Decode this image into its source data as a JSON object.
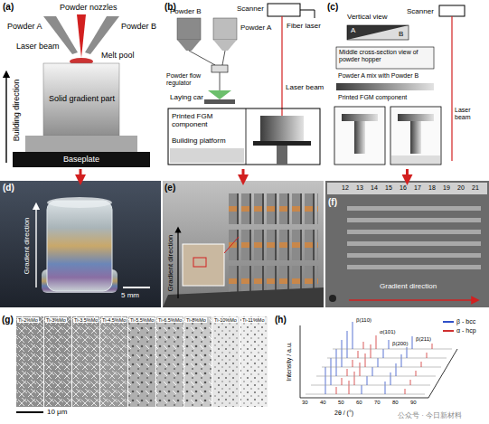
{
  "diagram": {
    "nodes": [
      {
        "text": [
          "(a)"
        ]
      },
      {
        "text": [
          "(b)"
        ]
      },
      {
        "text": [
          "(c)"
        ]
      },
      {
        "text": [
          "(d)"
        ]
      },
      {
        "text": [
          "(e)"
        ]
      },
      {
        "text": [
          "(f)"
        ]
      },
      {
        "text": [
          "(g)"
        ]
      },
      {
        "text": [
          "(h)"
        ]
      }
    ],
    "edges": [
      {
        "from": 0,
        "to": 3,
        "arrow": "to"
      },
      {
        "from": 1,
        "to": 4,
        "arrow": "to"
      },
      {
        "from": 2,
        "to": 5,
        "arrow": "to"
      }
    ],
    "labels": [
      "Powder nozzles",
      "Powder A",
      "Powder B",
      "Laser beam",
      "Melt pool",
      "Solid gradient part",
      "Baseplate",
      "Building direction",
      "Scanner",
      "Fiber laser",
      "Powder A",
      "Powder B",
      "Powder flow regulator",
      "Laser beam",
      "Laying car",
      "Printed FGM component",
      "Building platform",
      "Vertical view",
      "A",
      "B",
      "Scanner",
      "Middle cross-section view of powder hopper",
      "Powder A mix with Powder B",
      "Printed FGM component",
      "Laser beam",
      "Gradient direction",
      "5 mm",
      "Gradient direction",
      "12",
      "13",
      "14",
      "15",
      "16",
      "17",
      "18",
      "19",
      "20",
      "21",
      "Gradient direction",
      "Ti-2%Mo",
      "Ti-3%Mo",
      "Ti-3.5%Mo",
      "Ti-4.5%Mo",
      "Ti-5.5%Mo",
      "Ti-6.5%Mo",
      "Ti-8%Mo",
      "Ti-10%Mo",
      "Ti-11%Mo",
      "10 μm",
      "Intensity / a.u.",
      "2θ / (°)",
      "30",
      "40",
      "50",
      "60",
      "70",
      "80",
      "90",
      "β(110)",
      "α(101)",
      "β(200)",
      "β(211)",
      "公众号 · 今日新材料"
    ],
    "legend": [
      {
        "text": "β - bcc",
        "color": "#3050c8"
      },
      {
        "text": "α - hcp",
        "color": "#d03030"
      }
    ]
  }
}
